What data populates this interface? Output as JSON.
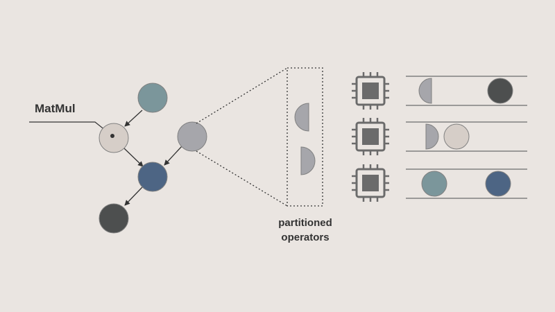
{
  "labels": {
    "matmul": "MatMul",
    "partitioned_line1": "partitioned",
    "partitioned_line2": "operators"
  },
  "colors": {
    "background": "#eae5e1",
    "line": "#808080",
    "teal": "#7b969b",
    "beige": "#d6cec8",
    "gray": "#a6a6ab",
    "blue": "#4d6584",
    "dark": "#4d4f4f",
    "chip_outline": "#6b6b6b",
    "chip_core": "#6b6b6b"
  },
  "icons": {
    "chip": "cpu-chip-icon",
    "half": "half-circle-icon"
  }
}
